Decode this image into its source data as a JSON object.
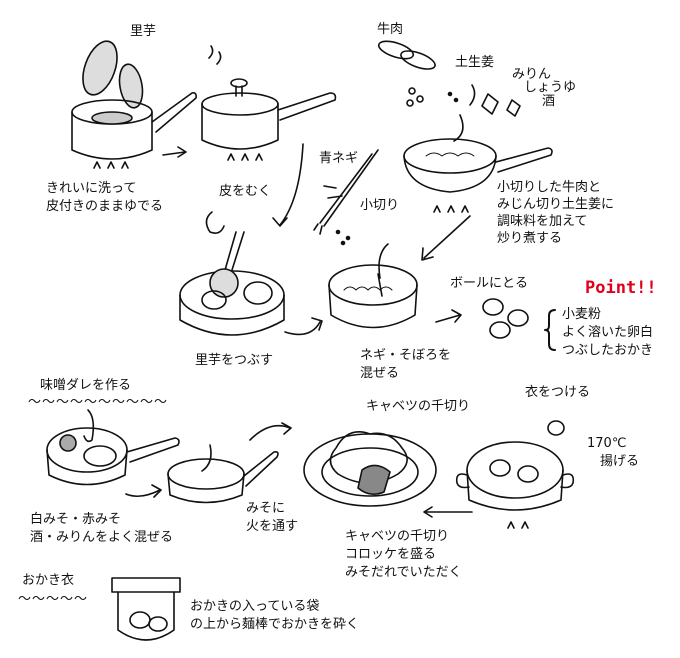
{
  "labels": {
    "satoimo": "里芋",
    "wash_boil_1": "きれいに洗って",
    "wash_boil_2": "皮付きのままゆでる",
    "peel": "皮をむく",
    "gyuniku": "牛肉",
    "ginger": "土生姜",
    "mirin": "みりん",
    "shoyu": "しょうゆ",
    "sake": "酒",
    "stirfry_1": "小切りした牛肉と",
    "stirfry_2": "みじん切り土生姜に",
    "stirfry_3": "調味料を加えて",
    "stirfry_4": "炒り煮する",
    "aonegi": "青ネギ",
    "kogiri": "小切り",
    "mash": "里芋をつぶす",
    "mix_1": "ネギ・そぼろを",
    "mix_2": "混ぜる",
    "bowl": "ボールにとる",
    "point": "Point!!",
    "point_1": "小麦粉",
    "point_2": "よく溶いた卵白",
    "point_3": "つぶしたおかき",
    "miso_title": "味噌ダレを作る",
    "miso_tilde": "～～～～～～～～～～",
    "miso_1": "白みそ・赤みそ",
    "miso_2": "酒・みりんをよく混ぜる",
    "heat_1": "みそに",
    "heat_2": "火を通す",
    "cabbage_title": "キャベツの千切り",
    "coat": "衣をつける",
    "fry_1": "170℃",
    "fry_2": "揚げる",
    "serve_1": "キャベツの千切り",
    "serve_2": "コロッケを盛る",
    "serve_3": "みそだれでいただく",
    "okaki_title": "おかき衣",
    "okaki_tilde": "～～～～～",
    "okaki_1": "おかきの入っている袋",
    "okaki_2": "の上から麺棒でおかきを砕く"
  }
}
